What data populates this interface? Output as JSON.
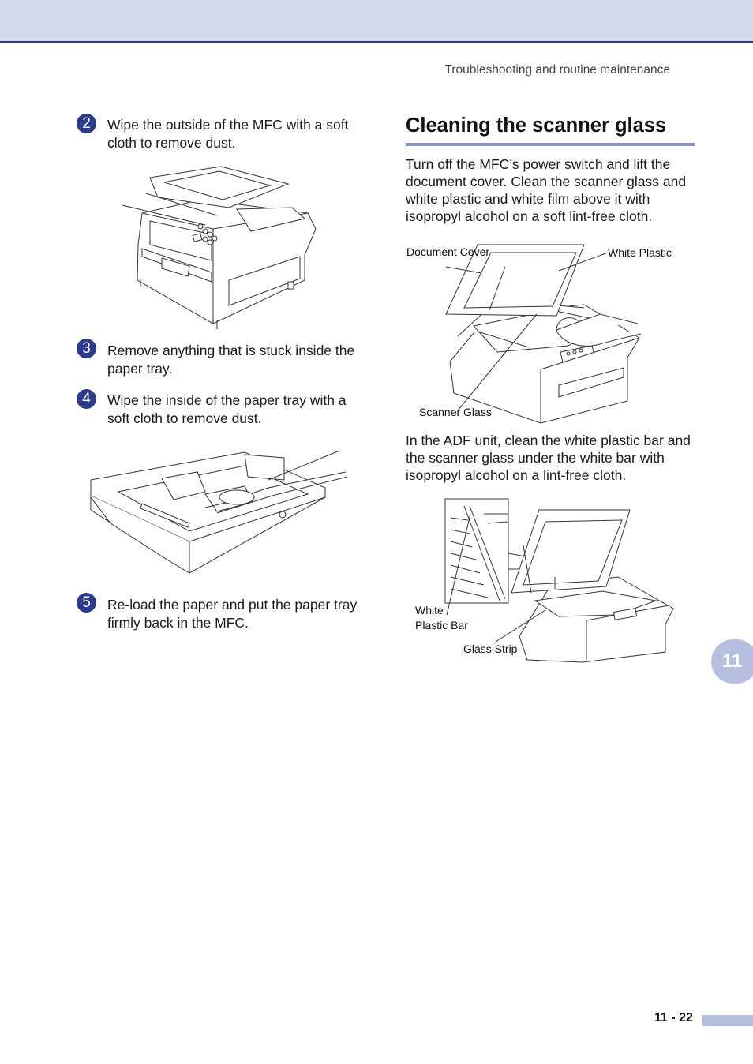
{
  "header": {
    "running_head": "Troubleshooting and routine maintenance"
  },
  "steps": [
    {
      "number": "2",
      "text": "Wipe the outside of the MFC with a soft cloth to remove dust."
    },
    {
      "number": "3",
      "text": "Remove anything that is stuck inside the paper tray."
    },
    {
      "number": "4",
      "text": "Wipe the inside of the paper tray with a soft cloth to remove dust."
    },
    {
      "number": "5",
      "text": "Re-load the paper and put the paper tray firmly back in the MFC."
    }
  ],
  "section": {
    "title": "Cleaning the scanner glass",
    "paragraph1": "Turn off the MFC’s power switch and lift the document cover. Clean the scanner glass and white plastic and white film above it with isopropyl alcohol on a soft lint-free cloth.",
    "paragraph2": "In the ADF unit, clean the white plastic bar and the scanner glass under the white bar with isopropyl alcohol on a lint-free cloth."
  },
  "figure1": {
    "document_cover": "Document Cover",
    "white_plastic": "White Plastic",
    "scanner_glass": "Scanner Glass"
  },
  "figure2": {
    "white_plastic_bar": "White Plastic Bar",
    "glass_strip": "Glass Strip"
  },
  "chapter_tab": "11",
  "footer": {
    "page_number": "11 - 22"
  },
  "colors": {
    "accent": "#2a3a8c",
    "band": "#d4daee",
    "tab": "#b7bfe0"
  }
}
